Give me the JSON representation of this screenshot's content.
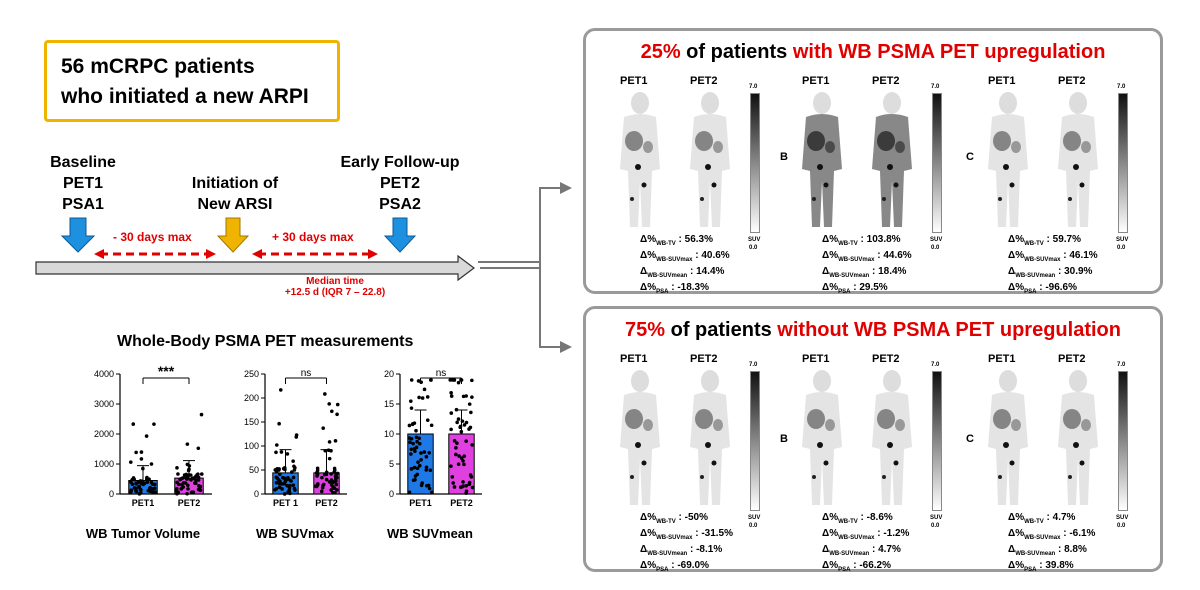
{
  "headline": {
    "line1": "56 mCRPC patients",
    "line2": "who initiated a new ARPI"
  },
  "timeline": {
    "baseline": [
      "Baseline",
      "PET1",
      "PSA1"
    ],
    "initiation": [
      "Initiation of",
      "New ARSI"
    ],
    "followup": [
      "Early Follow-up",
      "PET2",
      "PSA2"
    ],
    "minus_window": "- 30 days max",
    "plus_window": "+ 30 days max",
    "median_line1": "Median time",
    "median_line2": "+12.5 d (IQR 7 – 22.8)",
    "colors": {
      "pet": "#1e90e0",
      "arsi": "#f0b400",
      "window": "#e00000"
    }
  },
  "chart_data": [
    {
      "type": "bar",
      "title": "Whole-Body PSMA PET measurements",
      "xlabel": "WB Tumor Volume",
      "categories": [
        "PET1",
        "PET2"
      ],
      "values": [
        450,
        530
      ],
      "ylim": [
        0,
        4000
      ],
      "yticks": [
        "0",
        "1000",
        "2000",
        "3000",
        "4000"
      ],
      "significance": "***",
      "colors": [
        "#1e78e6",
        "#e040e0"
      ]
    },
    {
      "type": "bar",
      "xlabel": "WB SUVmax",
      "categories": [
        "PET 1",
        "PET2"
      ],
      "values": [
        44,
        44
      ],
      "ylim": [
        0,
        250
      ],
      "yticks": [
        "0",
        "50",
        "100",
        "150",
        "200",
        "250"
      ],
      "significance": "ns",
      "colors": [
        "#1e78e6",
        "#e040e0"
      ]
    },
    {
      "type": "bar",
      "xlabel": "WB SUVmean",
      "categories": [
        "PET1",
        "PET2"
      ],
      "values": [
        10,
        10
      ],
      "ylim": [
        0,
        20
      ],
      "yticks": [
        "0",
        "5",
        "10",
        "15",
        "20"
      ],
      "significance": "ns",
      "colors": [
        "#1e78e6",
        "#e040e0"
      ]
    }
  ],
  "panels": {
    "top": {
      "title_pct": "25%",
      "title_mid": " of patients ",
      "title_end": "with WB PSMA PET upregulation",
      "cases": [
        {
          "letter": "",
          "pet1": "PET1",
          "pet2": "PET2",
          "max": "7.0",
          "suv": "SUV",
          "min": "0.0",
          "stats": [
            [
              "Δ%",
              "WB-TV",
              " : 56.3%"
            ],
            [
              "Δ%",
              "WB-SUVmax",
              " : 40.6%"
            ],
            [
              "Δ",
              "WB-SUVmean",
              " : 14.4%"
            ],
            [
              "Δ%",
              "PSA",
              " : -18.3%"
            ]
          ]
        },
        {
          "letter": "B",
          "pet1": "PET1",
          "pet2": "PET2",
          "max": "7.0",
          "suv": "SUV",
          "min": "0.0",
          "stats": [
            [
              "Δ%",
              "WB-TV",
              " : 103.8%"
            ],
            [
              "Δ%",
              "WB-SUVmax",
              " : 44.6%"
            ],
            [
              "Δ",
              "WB-SUVmean",
              " : 18.4%"
            ],
            [
              "Δ%",
              "PSA",
              " : 29.5%"
            ]
          ]
        },
        {
          "letter": "C",
          "pet1": "PET1",
          "pet2": "PET2",
          "max": "7.0",
          "suv": "SUV",
          "min": "0.0",
          "stats": [
            [
              "Δ%",
              "WB-TV",
              " : 59.7%"
            ],
            [
              "Δ%",
              "WB-SUVmax",
              " : 46.1%"
            ],
            [
              "Δ",
              "WB-SUVmean",
              " : 30.9%"
            ],
            [
              "Δ%",
              "PSA",
              " : -96.6%"
            ]
          ]
        }
      ]
    },
    "bottom": {
      "title_pct": "75%",
      "title_mid": " of patients ",
      "title_end": "without WB PSMA PET upregulation",
      "cases": [
        {
          "letter": "",
          "pet1": "PET1",
          "pet2": "PET2",
          "max": "7.0",
          "suv": "SUV",
          "min": "0.0",
          "stats": [
            [
              "Δ%",
              "WB-TV",
              " : -50%"
            ],
            [
              "Δ%",
              "WB-SUVmax",
              " : -31.5%"
            ],
            [
              "Δ",
              "WB-SUVmean",
              " : -8.1%"
            ],
            [
              "Δ%",
              "PSA",
              " : -69.0%"
            ]
          ]
        },
        {
          "letter": "B",
          "pet1": "PET1",
          "pet2": "PET2",
          "max": "7.0",
          "suv": "SUV",
          "min": "0.0",
          "stats": [
            [
              "Δ%",
              "WB-TV",
              " : -8.6%"
            ],
            [
              "Δ%",
              "WB-SUVmax",
              " : -1.2%"
            ],
            [
              "Δ",
              "WB-SUVmean",
              " : 4.7%"
            ],
            [
              "Δ%",
              "PSA",
              " : -66.2%"
            ]
          ]
        },
        {
          "letter": "C",
          "pet1": "PET1",
          "pet2": "PET2",
          "max": "7.0",
          "suv": "SUV",
          "min": "0.0",
          "stats": [
            [
              "Δ%",
              "WB-TV",
              " : 4.7%"
            ],
            [
              "Δ%",
              "WB-SUVmax",
              " : -6.1%"
            ],
            [
              "Δ",
              "WB-SUVmean",
              " : 8.8%"
            ],
            [
              "Δ%",
              "PSA",
              " : 39.8%"
            ]
          ]
        }
      ]
    }
  }
}
